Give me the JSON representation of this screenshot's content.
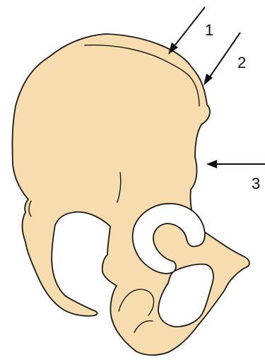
{
  "colors": {
    "bone_fill": "#F7DCAE",
    "cartilage_fill": "#E4E4E4",
    "outline": "#1A1A1A",
    "background": "#FFFFFF"
  },
  "labels": {
    "label_1": "1",
    "label_2": "2",
    "label_3": "3"
  }
}
